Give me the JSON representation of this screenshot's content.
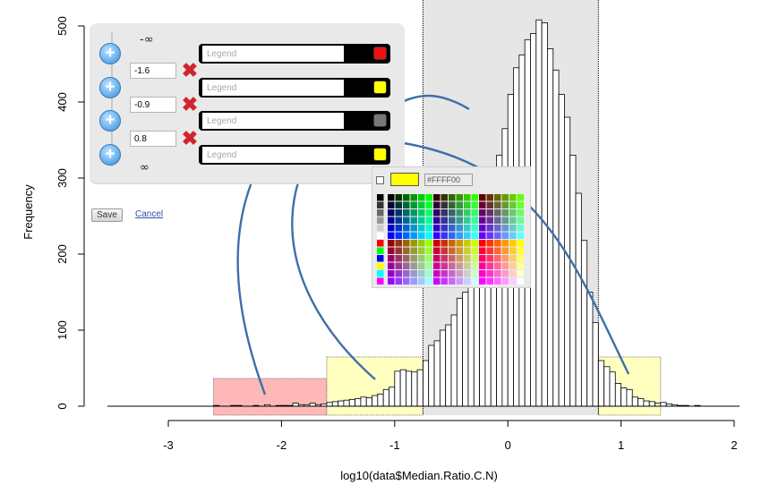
{
  "chart_data": {
    "type": "bar",
    "xlabel": "log10(data$Median.Ratio.C.N)",
    "ylabel": "Frequency",
    "xlim": [
      -3,
      2
    ],
    "ylim": [
      0,
      500
    ],
    "x_ticks": [
      "-3",
      "-2",
      "-1",
      "0",
      "1",
      "2"
    ],
    "y_ticks": [
      "0",
      "100",
      "200",
      "300",
      "400",
      "500"
    ],
    "bin_width": 0.05,
    "bins_start": -2.6,
    "values": [
      1,
      0,
      0,
      1,
      1,
      0,
      0,
      1,
      0,
      2,
      0,
      1,
      1,
      1,
      4,
      2,
      2,
      4,
      2,
      3,
      5,
      6,
      7,
      8,
      9,
      10,
      12,
      11,
      14,
      16,
      22,
      25,
      46,
      48,
      46,
      45,
      48,
      60,
      80,
      86,
      100,
      107,
      120,
      142,
      150,
      180,
      200,
      252,
      270,
      300,
      330,
      365,
      410,
      445,
      462,
      482,
      490,
      508,
      504,
      470,
      442,
      410,
      380,
      330,
      280,
      218,
      150,
      110,
      60,
      52,
      45,
      30,
      24,
      22,
      12,
      10,
      7,
      6,
      4,
      5,
      3,
      2,
      1,
      1,
      0,
      1
    ],
    "grid": false,
    "legend": "top-left",
    "highlight_regions": [
      {
        "from": -2.6,
        "to": -1.6,
        "color": "#ffb8b8"
      },
      {
        "from": -1.6,
        "to": -0.75,
        "color": "#ffffc0"
      },
      {
        "from": -0.75,
        "to": 0.8,
        "color": "#e6e6e6"
      },
      {
        "from": 0.8,
        "to": 1.35,
        "color": "#ffffc0"
      }
    ]
  },
  "editor": {
    "neg_inf": "-∞",
    "pos_inf": "∞",
    "bounds": [
      "-1.6",
      "-0.9",
      "0.8"
    ],
    "legend_placeholder": "Legend",
    "legend_colors": [
      "#ee1111",
      "#ffff00",
      "#777777",
      "#ffff00"
    ],
    "save_label": "Save",
    "cancel_label": "Cancel",
    "add_icon": "+",
    "delete_icon": "✖"
  },
  "picker": {
    "hex_value": "#FFFF00",
    "preview_color": "#ffff00"
  },
  "colors": {
    "arrow": "#3f6fa8"
  }
}
